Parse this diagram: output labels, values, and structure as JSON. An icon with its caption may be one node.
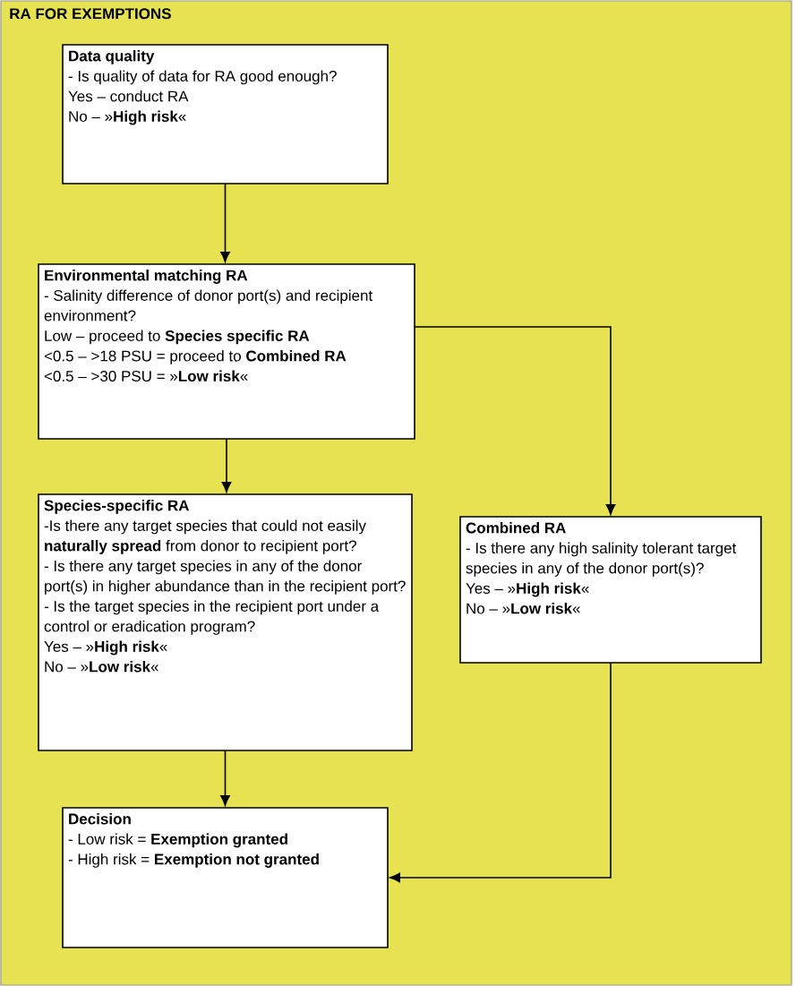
{
  "diagram": {
    "title": "RA FOR EXEMPTIONS",
    "nodes": [
      {
        "text": [
          "Data quality",
          "- Is quality of data for RA good enough?",
          "Yes – conduct RA",
          "No – »**High risk**«"
        ]
      },
      {
        "text": [
          "Environmental matching RA",
          "- Salinity difference of donor port(s) and recipient environment?",
          "Low – proceed to **Species specific RA**",
          "<0.5 – >18 PSU = proceed to **Combined RA**",
          "<0.5 – >30 PSU = »**Low risk**«"
        ]
      },
      {
        "text": [
          "Species-specific RA",
          "-Is there any target species that could not easily **naturally spread** from donor to recipient port?",
          "- Is there any target species in any of the donor port(s) in higher abundance than in the recipient port?",
          "- Is the target species in the recipient port under a control or eradication program?",
          "Yes – »**High risk**«",
          "No – »**Low risk**«"
        ]
      },
      {
        "text": [
          "Combined RA",
          "- Is there any high salinity tolerant target species in any of the donor port(s)?",
          "Yes – »**High risk**«",
          "No – »**Low risk**«"
        ]
      },
      {
        "text": [
          "Decision",
          "- Low risk = **Exemption granted**",
          "- High risk = **Exemption not granted**"
        ]
      }
    ],
    "edges": [
      {
        "from": 0,
        "to": 1,
        "arrow": "to"
      },
      {
        "from": 1,
        "to": 2,
        "arrow": "to"
      },
      {
        "from": 1,
        "to": 3,
        "arrow": "to"
      },
      {
        "from": 2,
        "to": 4,
        "arrow": "to"
      },
      {
        "from": 3,
        "to": 4,
        "arrow": "to"
      }
    ]
  }
}
